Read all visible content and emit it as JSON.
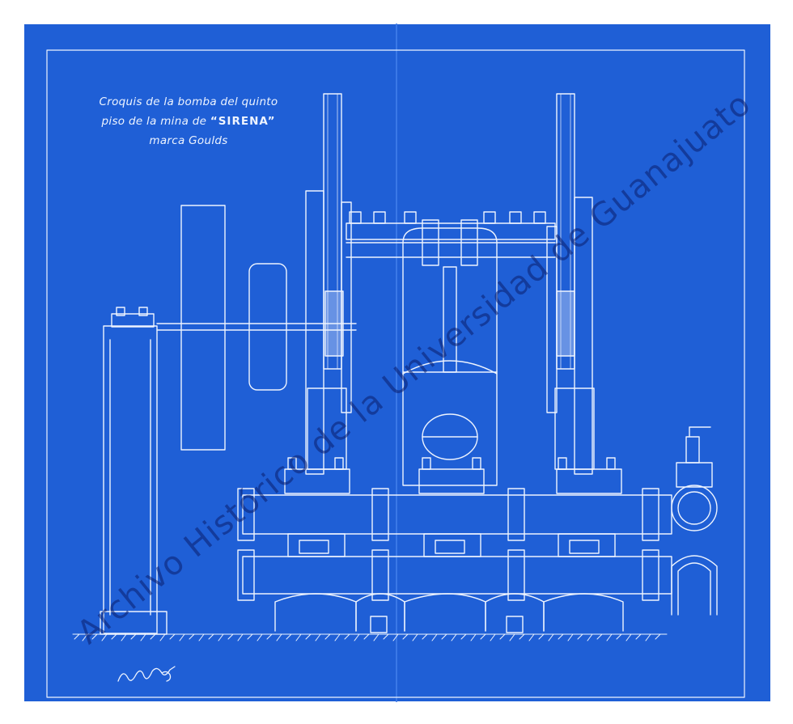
{
  "title": {
    "line1": "Croquis de la bomba del quinto",
    "line2_prefix": "piso de la mina de ",
    "line2_name": "“SIRENA”",
    "line3": "marca Goulds"
  },
  "watermark": "Archivo Histórico de la Universidad de Guanajuato",
  "signature_text": "Huatse13",
  "colors": {
    "paper": "#1f5fd6",
    "lines": "#eef4ff",
    "watermark": "#0a1e6e"
  }
}
